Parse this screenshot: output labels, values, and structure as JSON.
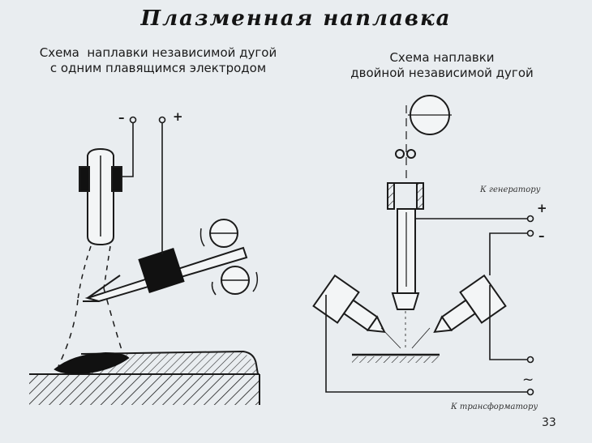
{
  "title": "Плазменная наплавка",
  "left_caption": {
    "line1": "Схема  наплавки независимой дугой",
    "line2": "с одним плавящимся электродом"
  },
  "right_caption": {
    "line1": "Схема наплавки",
    "line2": "двойной независимой дугой"
  },
  "labels": {
    "generator": "К генератору",
    "transformer": "К трансформатору"
  },
  "polarity": {
    "left_minus": "–",
    "left_plus": "+",
    "right_plus": "+",
    "right_minus": "–",
    "ac_symbol": "~"
  },
  "page_number": "33",
  "colors": {
    "background": "#e9edf0",
    "ink": "#1b1b1b",
    "weld_bead": "#111111"
  }
}
